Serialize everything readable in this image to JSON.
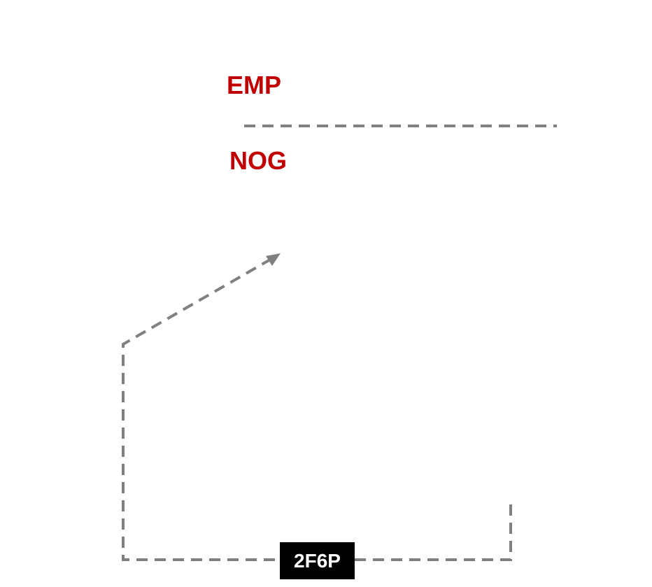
{
  "labels": {
    "top": "EMP",
    "middle": "NOG"
  },
  "tag": {
    "text": "2F6P"
  },
  "colors": {
    "label_red": "#c00000",
    "connector_gray": "#808080",
    "tag_background": "#000000",
    "tag_text": "#ffffff",
    "background": "#ffffff"
  }
}
